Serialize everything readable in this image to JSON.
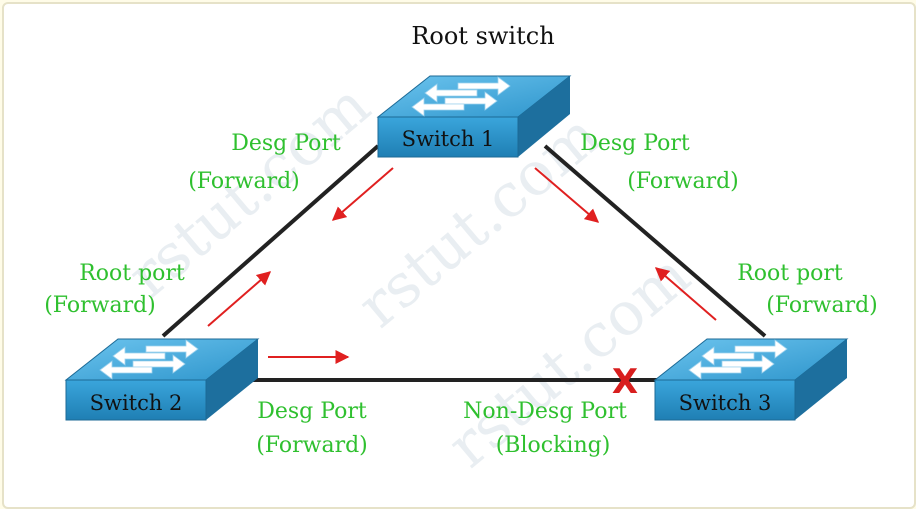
{
  "title": "Root switch",
  "watermark": "rstut.com",
  "switches": {
    "s1": "Switch 1",
    "s2": "Switch 2",
    "s3": "Switch 3"
  },
  "ports": {
    "s1_left": {
      "line1": "Desg Port",
      "line2": "(Forward)"
    },
    "s1_right": {
      "line1": "Desg Port",
      "line2": "(Forward)"
    },
    "s2_root": {
      "line1": "Root port",
      "line2": "(Forward)"
    },
    "s2_desg": {
      "line1": "Desg Port",
      "line2": "(Forward)"
    },
    "s3_root": {
      "line1": "Root port",
      "line2": "(Forward)"
    },
    "s3_nondesg": {
      "line1": "Non-Desg Port",
      "line2": "(Blocking)"
    }
  },
  "blocked_marker": "X",
  "colors": {
    "label": "#2fc02f",
    "arrow": "#e02020",
    "link": "#222222",
    "switch_top": "#3ea6d8",
    "switch_front": "#2a8fc4",
    "switch_side": "#1d6f9e",
    "block": "#d81e1e"
  }
}
